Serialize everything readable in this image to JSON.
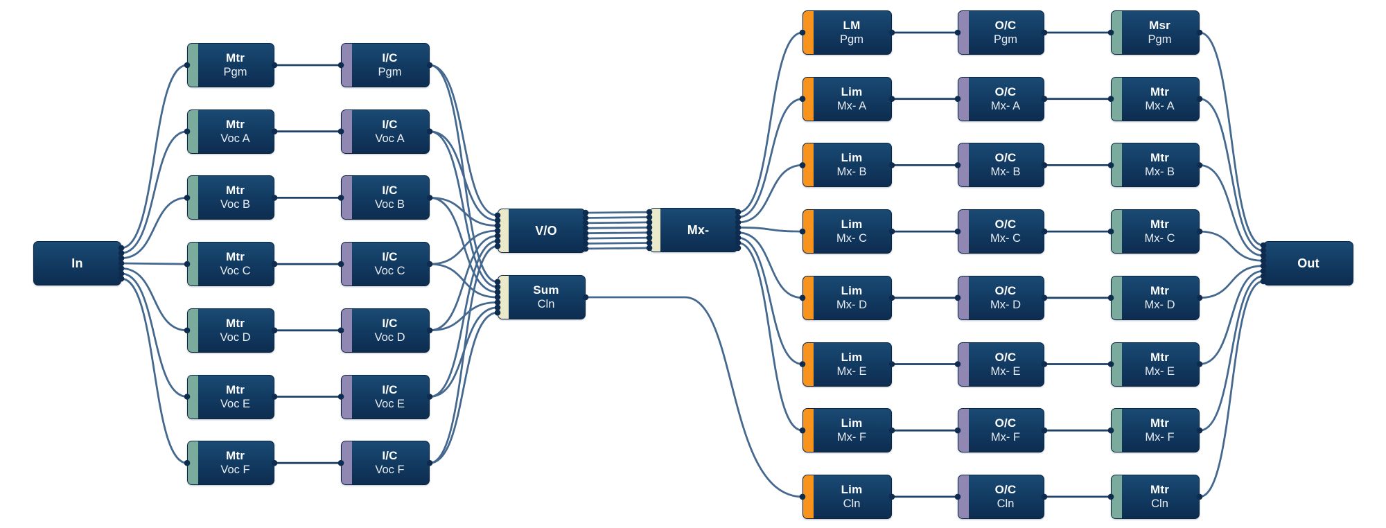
{
  "diagram": {
    "colors": {
      "background": "#ffffff",
      "node_top": "#1a4a74",
      "node_bottom": "#0d2c50",
      "node_border": "#0b2441",
      "edge_curve": "#45688f",
      "edge_connector": "#1f4268",
      "port": "#0e2c4f",
      "accent_teal": "#7aab9d",
      "accent_purple": "#9187b3",
      "accent_orange": "#f8941d",
      "accent_cream": "#eaeacb"
    },
    "nodes": [
      {
        "id": "in",
        "line1": "In",
        "line2": "",
        "accent": null,
        "col": "in",
        "band": "in",
        "pi": 0,
        "po": 7
      },
      {
        "id": "mtr-pgm",
        "line1": "Mtr",
        "line2": "Pgm",
        "accent": "teal",
        "col": "mtr",
        "row": 0
      },
      {
        "id": "mtr-voc-a",
        "line1": "Mtr",
        "line2": "Voc A",
        "accent": "teal",
        "col": "mtr",
        "row": 1
      },
      {
        "id": "mtr-voc-b",
        "line1": "Mtr",
        "line2": "Voc B",
        "accent": "teal",
        "col": "mtr",
        "row": 2
      },
      {
        "id": "mtr-voc-c",
        "line1": "Mtr",
        "line2": "Voc C",
        "accent": "teal",
        "col": "mtr",
        "row": 3
      },
      {
        "id": "mtr-voc-d",
        "line1": "Mtr",
        "line2": "Voc D",
        "accent": "teal",
        "col": "mtr",
        "row": 4
      },
      {
        "id": "mtr-voc-e",
        "line1": "Mtr",
        "line2": "Voc E",
        "accent": "teal",
        "col": "mtr",
        "row": 5
      },
      {
        "id": "mtr-voc-f",
        "line1": "Mtr",
        "line2": "Voc F",
        "accent": "teal",
        "col": "mtr",
        "row": 6
      },
      {
        "id": "ic-pgm",
        "line1": "I/C",
        "line2": "Pgm",
        "accent": "purple",
        "col": "ic",
        "row": 0
      },
      {
        "id": "ic-voc-a",
        "line1": "I/C",
        "line2": "Voc A",
        "accent": "purple",
        "col": "ic",
        "row": 1
      },
      {
        "id": "ic-voc-b",
        "line1": "I/C",
        "line2": "Voc B",
        "accent": "purple",
        "col": "ic",
        "row": 2
      },
      {
        "id": "ic-voc-c",
        "line1": "I/C",
        "line2": "Voc C",
        "accent": "purple",
        "col": "ic",
        "row": 3
      },
      {
        "id": "ic-voc-d",
        "line1": "I/C",
        "line2": "Voc D",
        "accent": "purple",
        "col": "ic",
        "row": 4
      },
      {
        "id": "ic-voc-e",
        "line1": "I/C",
        "line2": "Voc E",
        "accent": "purple",
        "col": "ic",
        "row": 5
      },
      {
        "id": "ic-voc-f",
        "line1": "I/C",
        "line2": "Voc F",
        "accent": "purple",
        "col": "ic",
        "row": 6
      },
      {
        "id": "vo",
        "line1": "V/O",
        "line2": "",
        "accent": "cream",
        "col": "mid",
        "band": "vo",
        "pi": 7,
        "po": 8
      },
      {
        "id": "sum",
        "line1": "Sum",
        "line2": "Cln",
        "accent": "cream",
        "col": "mid",
        "band": "sum",
        "pi": 7,
        "po": 1
      },
      {
        "id": "mx",
        "line1": "Mx-",
        "line2": "",
        "accent": "cream",
        "col": "mx",
        "band": "mx",
        "pi": 8,
        "po": 8
      },
      {
        "id": "lm-pgm",
        "line1": "LM",
        "line2": "Pgm",
        "accent": "orange",
        "col": "lim",
        "row": 0
      },
      {
        "id": "lim-mx-a",
        "line1": "Lim",
        "line2": "Mx- A",
        "accent": "orange",
        "col": "lim",
        "row": 1
      },
      {
        "id": "lim-mx-b",
        "line1": "Lim",
        "line2": "Mx- B",
        "accent": "orange",
        "col": "lim",
        "row": 2
      },
      {
        "id": "lim-mx-c",
        "line1": "Lim",
        "line2": "Mx- C",
        "accent": "orange",
        "col": "lim",
        "row": 3
      },
      {
        "id": "lim-mx-d",
        "line1": "Lim",
        "line2": "Mx- D",
        "accent": "orange",
        "col": "lim",
        "row": 4
      },
      {
        "id": "lim-mx-e",
        "line1": "Lim",
        "line2": "Mx- E",
        "accent": "orange",
        "col": "lim",
        "row": 5
      },
      {
        "id": "lim-mx-f",
        "line1": "Lim",
        "line2": "Mx- F",
        "accent": "orange",
        "col": "lim",
        "row": 6
      },
      {
        "id": "lim-cln",
        "line1": "Lim",
        "line2": "Cln",
        "accent": "orange",
        "col": "lim",
        "row": 7
      },
      {
        "id": "oc-pgm",
        "line1": "O/C",
        "line2": "Pgm",
        "accent": "purple",
        "col": "oc",
        "row": 0
      },
      {
        "id": "oc-mx-a",
        "line1": "O/C",
        "line2": "Mx- A",
        "accent": "purple",
        "col": "oc",
        "row": 1
      },
      {
        "id": "oc-mx-b",
        "line1": "O/C",
        "line2": "Mx- B",
        "accent": "purple",
        "col": "oc",
        "row": 2
      },
      {
        "id": "oc-mx-c",
        "line1": "O/C",
        "line2": "Mx- C",
        "accent": "purple",
        "col": "oc",
        "row": 3
      },
      {
        "id": "oc-mx-d",
        "line1": "O/C",
        "line2": "Mx- D",
        "accent": "purple",
        "col": "oc",
        "row": 4
      },
      {
        "id": "oc-mx-e",
        "line1": "O/C",
        "line2": "Mx- E",
        "accent": "purple",
        "col": "oc",
        "row": 5
      },
      {
        "id": "oc-mx-f",
        "line1": "O/C",
        "line2": "Mx- F",
        "accent": "purple",
        "col": "oc",
        "row": 6
      },
      {
        "id": "oc-cln",
        "line1": "O/C",
        "line2": "Cln",
        "accent": "purple",
        "col": "oc",
        "row": 7
      },
      {
        "id": "msr-pgm",
        "line1": "Msr",
        "line2": "Pgm",
        "accent": "teal",
        "col": "m3",
        "row": 0
      },
      {
        "id": "mtr-mx-a",
        "line1": "Mtr",
        "line2": "Mx- A",
        "accent": "teal",
        "col": "m3",
        "row": 1
      },
      {
        "id": "mtr-mx-b",
        "line1": "Mtr",
        "line2": "Mx- B",
        "accent": "teal",
        "col": "m3",
        "row": 2
      },
      {
        "id": "mtr-mx-c",
        "line1": "Mtr",
        "line2": "Mx- C",
        "accent": "teal",
        "col": "m3",
        "row": 3
      },
      {
        "id": "mtr-mx-d",
        "line1": "Mtr",
        "line2": "Mx- D",
        "accent": "teal",
        "col": "m3",
        "row": 4
      },
      {
        "id": "mtr-mx-e",
        "line1": "Mtr",
        "line2": "Mx- E",
        "accent": "teal",
        "col": "m3",
        "row": 5
      },
      {
        "id": "mtr-mx-f",
        "line1": "Mtr",
        "line2": "Mx- F",
        "accent": "teal",
        "col": "m3",
        "row": 6
      },
      {
        "id": "mtr-cln",
        "line1": "Mtr",
        "line2": "Cln",
        "accent": "teal",
        "col": "m3",
        "row": 7
      },
      {
        "id": "out",
        "line1": "Out",
        "line2": "",
        "accent": null,
        "col": "out",
        "band": "out",
        "pi": 8,
        "po": 0
      }
    ],
    "edges": [
      {
        "f": "in#0",
        "t": "mtr-pgm",
        "s": "c"
      },
      {
        "f": "in#1",
        "t": "mtr-voc-a",
        "s": "c"
      },
      {
        "f": "in#2",
        "t": "mtr-voc-b",
        "s": "c"
      },
      {
        "f": "in#3",
        "t": "mtr-voc-c",
        "s": "c"
      },
      {
        "f": "in#4",
        "t": "mtr-voc-d",
        "s": "c"
      },
      {
        "f": "in#5",
        "t": "mtr-voc-e",
        "s": "c"
      },
      {
        "f": "in#6",
        "t": "mtr-voc-f",
        "s": "c"
      },
      {
        "f": "mtr-pgm",
        "t": "ic-pgm",
        "s": "k"
      },
      {
        "f": "mtr-voc-a",
        "t": "ic-voc-a",
        "s": "k"
      },
      {
        "f": "mtr-voc-b",
        "t": "ic-voc-b",
        "s": "k"
      },
      {
        "f": "mtr-voc-c",
        "t": "ic-voc-c",
        "s": "k"
      },
      {
        "f": "mtr-voc-d",
        "t": "ic-voc-d",
        "s": "k"
      },
      {
        "f": "mtr-voc-e",
        "t": "ic-voc-e",
        "s": "k"
      },
      {
        "f": "mtr-voc-f",
        "t": "ic-voc-f",
        "s": "k"
      },
      {
        "f": "ic-pgm",
        "t": "vo#0",
        "s": "c"
      },
      {
        "f": "ic-voc-a",
        "t": "vo#1",
        "s": "c"
      },
      {
        "f": "ic-voc-b",
        "t": "vo#2",
        "s": "c"
      },
      {
        "f": "ic-voc-c",
        "t": "vo#3",
        "s": "c"
      },
      {
        "f": "ic-voc-d",
        "t": "vo#4",
        "s": "c"
      },
      {
        "f": "ic-voc-e",
        "t": "vo#5",
        "s": "c"
      },
      {
        "f": "ic-voc-f",
        "t": "vo#6",
        "s": "c"
      },
      {
        "f": "ic-pgm",
        "t": "sum#0",
        "s": "c"
      },
      {
        "f": "ic-voc-a",
        "t": "sum#1",
        "s": "c"
      },
      {
        "f": "ic-voc-b",
        "t": "sum#2",
        "s": "c"
      },
      {
        "f": "ic-voc-c",
        "t": "sum#3",
        "s": "c"
      },
      {
        "f": "ic-voc-d",
        "t": "sum#4",
        "s": "c"
      },
      {
        "f": "ic-voc-e",
        "t": "sum#5",
        "s": "c"
      },
      {
        "f": "ic-voc-f",
        "t": "sum#6",
        "s": "c"
      },
      {
        "f": "vo#0",
        "t": "mx#0",
        "s": "p"
      },
      {
        "f": "vo#1",
        "t": "mx#1",
        "s": "p"
      },
      {
        "f": "vo#2",
        "t": "mx#2",
        "s": "p"
      },
      {
        "f": "vo#3",
        "t": "mx#3",
        "s": "p"
      },
      {
        "f": "vo#4",
        "t": "mx#4",
        "s": "p"
      },
      {
        "f": "vo#5",
        "t": "mx#5",
        "s": "p"
      },
      {
        "f": "vo#6",
        "t": "mx#6",
        "s": "p"
      },
      {
        "f": "vo#7",
        "t": "mx#7",
        "s": "p"
      },
      {
        "f": "mx#0",
        "t": "lm-pgm",
        "s": "c"
      },
      {
        "f": "mx#1",
        "t": "lim-mx-a",
        "s": "c"
      },
      {
        "f": "mx#2",
        "t": "lim-mx-b",
        "s": "c"
      },
      {
        "f": "mx#3",
        "t": "lim-mx-c",
        "s": "c"
      },
      {
        "f": "mx#4",
        "t": "lim-mx-d",
        "s": "c"
      },
      {
        "f": "mx#5",
        "t": "lim-mx-e",
        "s": "c"
      },
      {
        "f": "mx#6",
        "t": "lim-mx-f",
        "s": "c"
      },
      {
        "f": "sum#0",
        "t": "lim-cln",
        "s": "s"
      },
      {
        "f": "lm-pgm",
        "t": "oc-pgm",
        "s": "k"
      },
      {
        "f": "lim-mx-a",
        "t": "oc-mx-a",
        "s": "k"
      },
      {
        "f": "lim-mx-b",
        "t": "oc-mx-b",
        "s": "k"
      },
      {
        "f": "lim-mx-c",
        "t": "oc-mx-c",
        "s": "k"
      },
      {
        "f": "lim-mx-d",
        "t": "oc-mx-d",
        "s": "k"
      },
      {
        "f": "lim-mx-e",
        "t": "oc-mx-e",
        "s": "k"
      },
      {
        "f": "lim-mx-f",
        "t": "oc-mx-f",
        "s": "k"
      },
      {
        "f": "lim-cln",
        "t": "oc-cln",
        "s": "k"
      },
      {
        "f": "oc-pgm",
        "t": "msr-pgm",
        "s": "k"
      },
      {
        "f": "oc-mx-a",
        "t": "mtr-mx-a",
        "s": "k"
      },
      {
        "f": "oc-mx-b",
        "t": "mtr-mx-b",
        "s": "k"
      },
      {
        "f": "oc-mx-c",
        "t": "mtr-mx-c",
        "s": "k"
      },
      {
        "f": "oc-mx-d",
        "t": "mtr-mx-d",
        "s": "k"
      },
      {
        "f": "oc-mx-e",
        "t": "mtr-mx-e",
        "s": "k"
      },
      {
        "f": "oc-mx-f",
        "t": "mtr-mx-f",
        "s": "k"
      },
      {
        "f": "oc-cln",
        "t": "mtr-cln",
        "s": "k"
      },
      {
        "f": "msr-pgm",
        "t": "out#0",
        "s": "c"
      },
      {
        "f": "mtr-mx-a",
        "t": "out#1",
        "s": "c"
      },
      {
        "f": "mtr-mx-b",
        "t": "out#2",
        "s": "c"
      },
      {
        "f": "mtr-mx-c",
        "t": "out#3",
        "s": "c"
      },
      {
        "f": "mtr-mx-d",
        "t": "out#4",
        "s": "c"
      },
      {
        "f": "mtr-mx-e",
        "t": "out#5",
        "s": "c"
      },
      {
        "f": "mtr-mx-f",
        "t": "out#6",
        "s": "c"
      },
      {
        "f": "mtr-cln",
        "t": "out#7",
        "s": "c"
      }
    ]
  }
}
